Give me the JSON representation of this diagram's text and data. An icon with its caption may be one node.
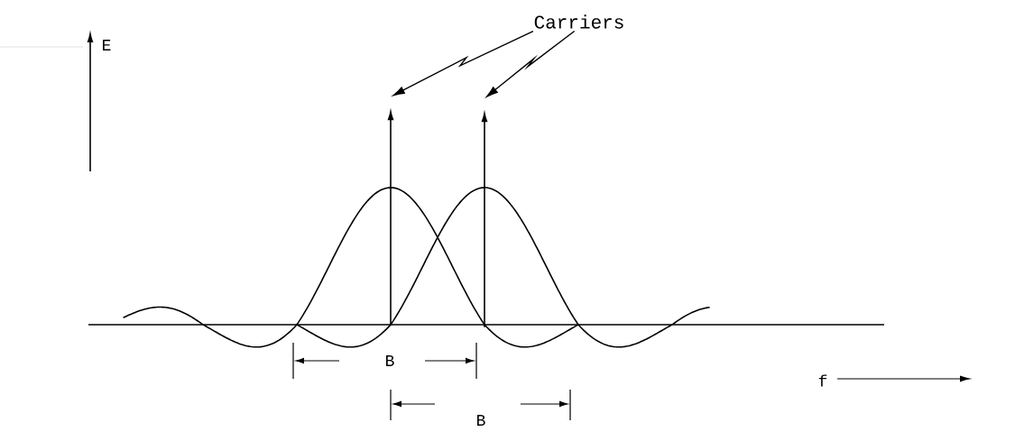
{
  "diagram": {
    "nodes": [
      {
        "text": [
          "Carriers"
        ]
      },
      {
        "text": [],
        "shape": "arrow"
      },
      {
        "text": [],
        "shape": "arrow"
      }
    ],
    "edges": [
      {
        "from": 0,
        "to": 1,
        "arrow": "to"
      },
      {
        "from": 0,
        "to": 2,
        "arrow": "to"
      }
    ],
    "labels": [
      "E",
      "f",
      "B",
      "B"
    ]
  }
}
